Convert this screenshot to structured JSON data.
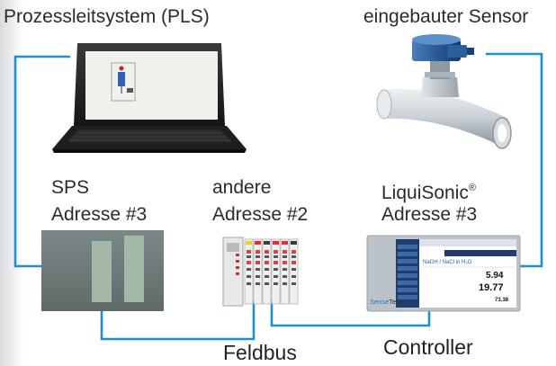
{
  "labels": {
    "pls": "Prozessleitsystem (PLS)",
    "sensor": "eingebauter Sensor",
    "sps_title": "SPS",
    "sps_address": "Adresse #3",
    "other_title": "andere",
    "other_address": "Adresse #2",
    "liquisonic_title": "LiquiSonic",
    "liquisonic_reg": "®",
    "liquisonic_address": "Adresse #3",
    "feldbus": "Feldbus",
    "controller": "Controller"
  },
  "controller_screen": {
    "brand_prefix": "Sense",
    "brand_suffix": "Tech",
    "formula": "NaOH / NaCl in H₂O",
    "values": [
      "5.94",
      "19.77",
      "73.38"
    ]
  },
  "colors": {
    "bus_line": "#1d8fc9",
    "sps_box": "#6f7b7a",
    "controller_frame": "#bcc3c8"
  }
}
